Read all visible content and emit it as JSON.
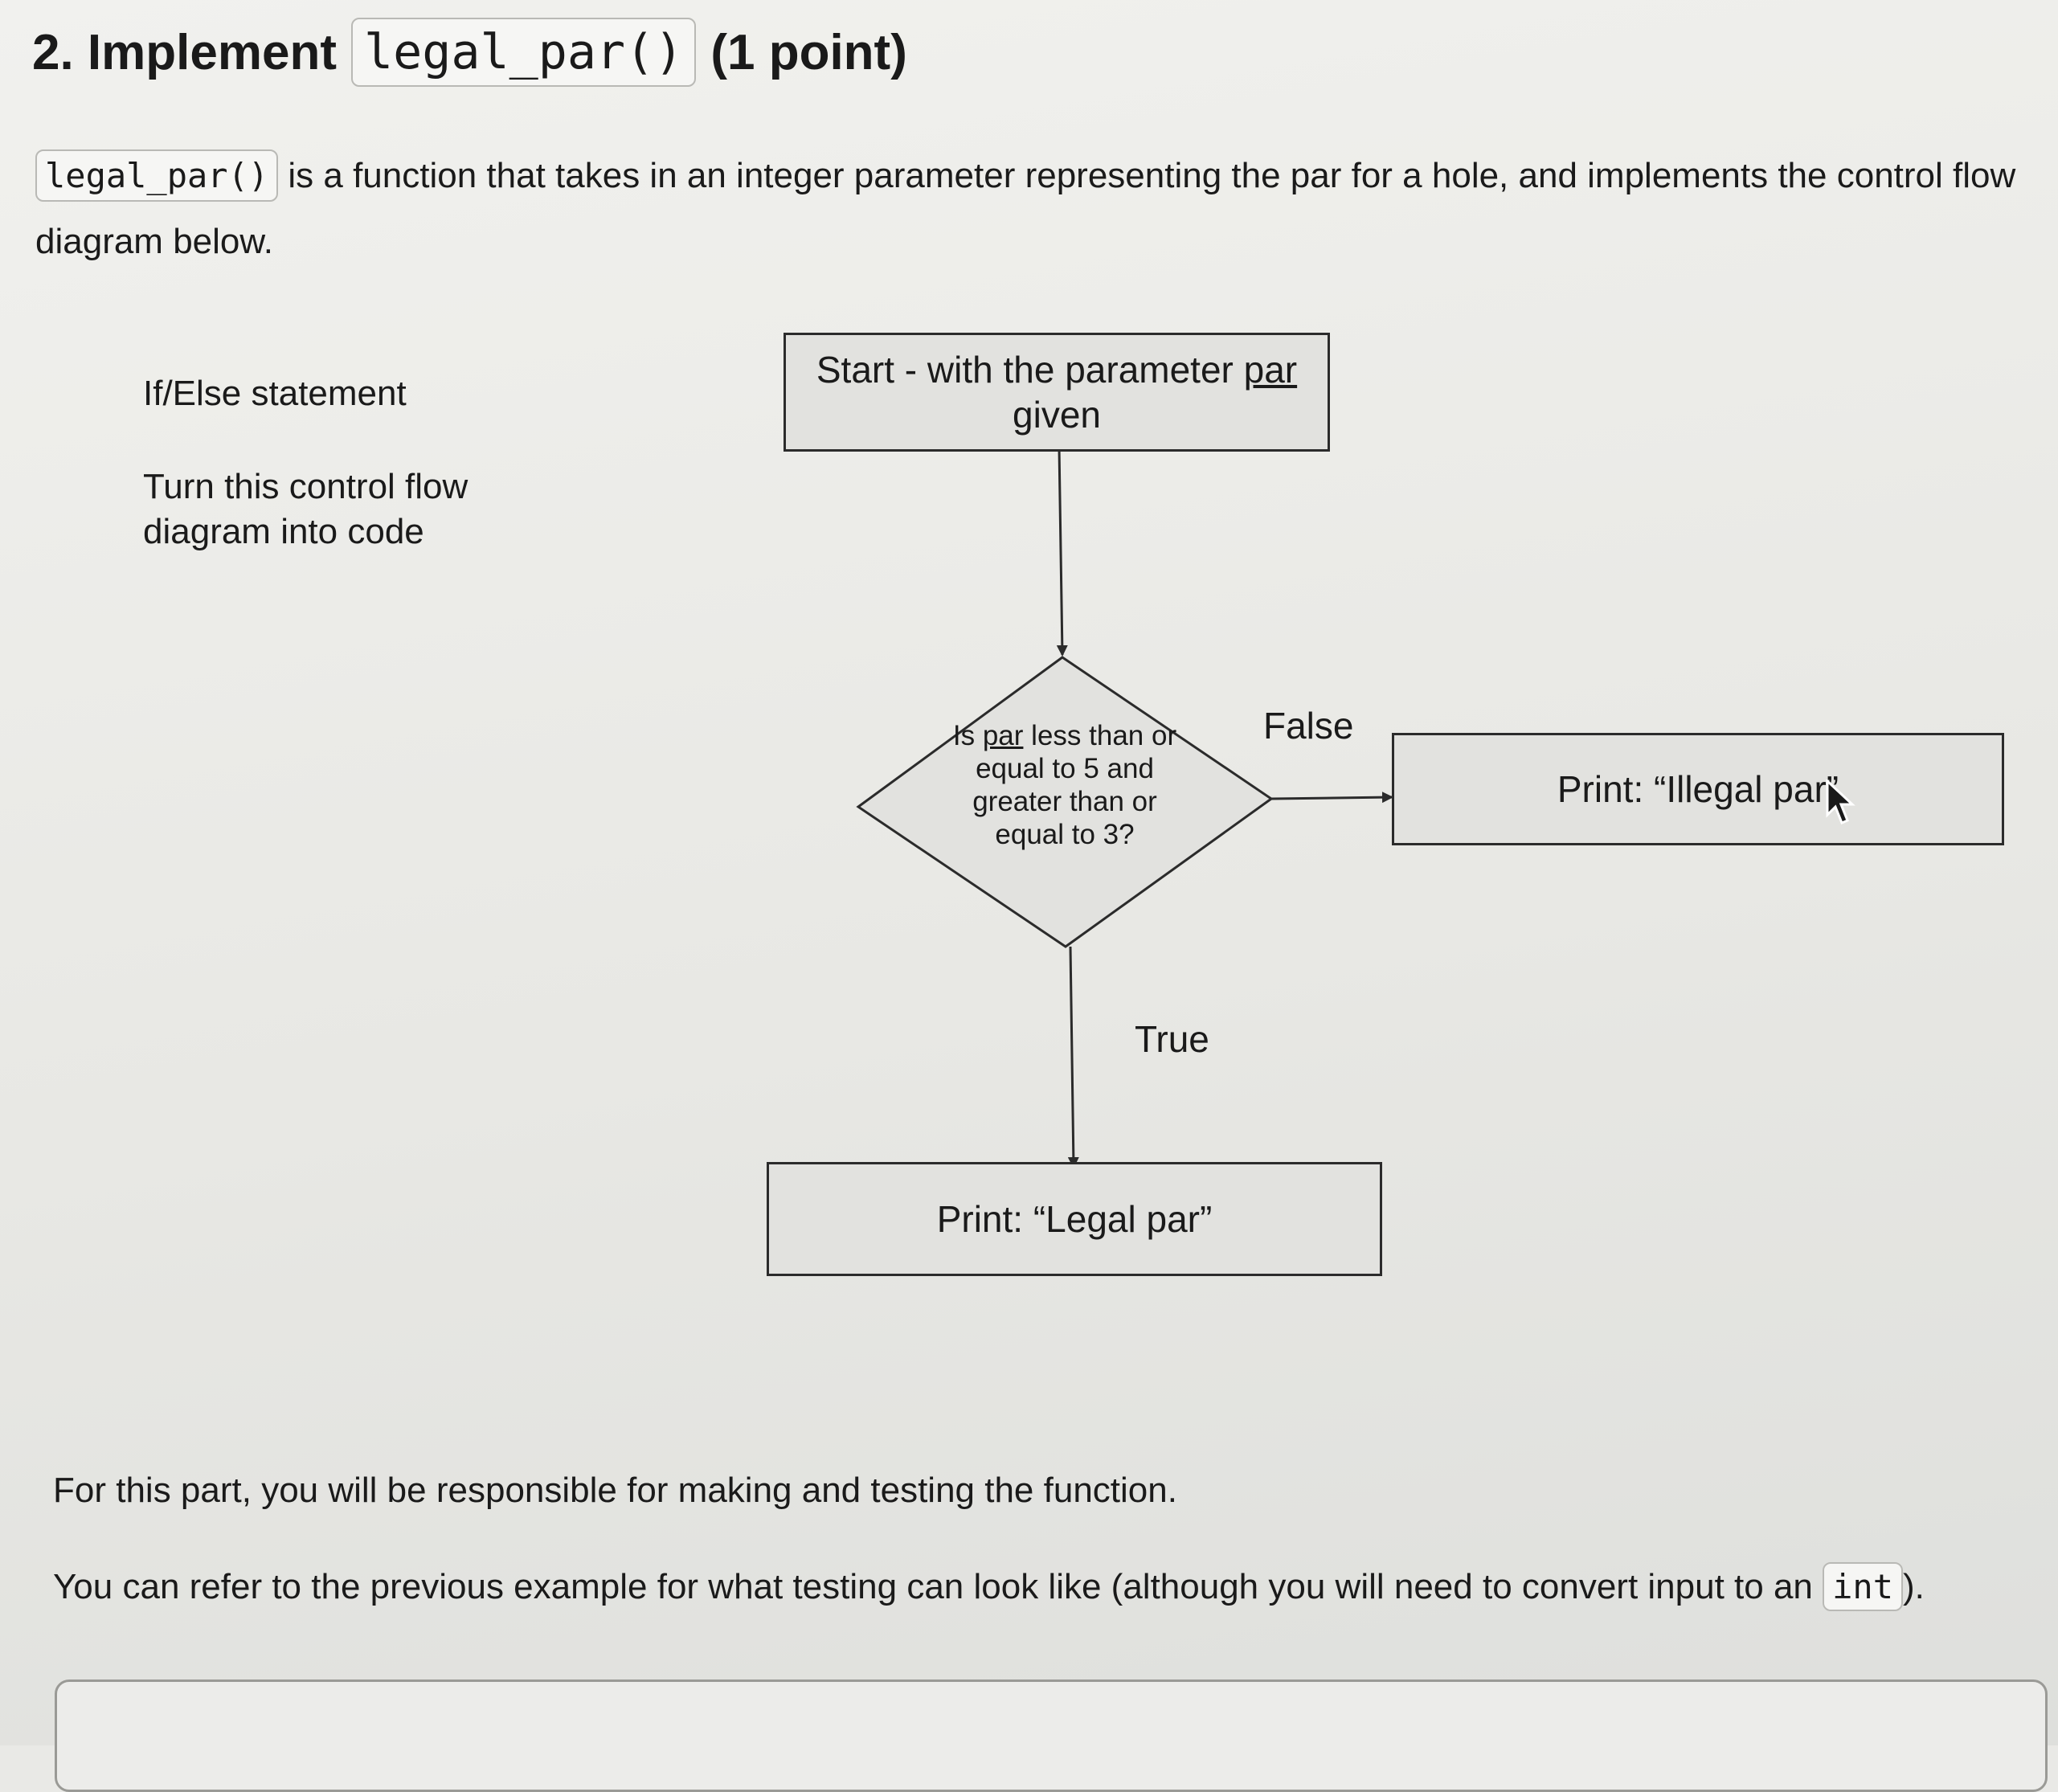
{
  "heading": {
    "prefix": "2. Implement",
    "function_name": "legal_par()",
    "points": "(1 point)"
  },
  "intro": {
    "function_name": "legal_par()",
    "text": " is a function that takes in an integer parameter representing the par for a hole, and implements the control flow diagram below."
  },
  "notes": {
    "statement_type": "If/Else statement",
    "instruction_line1": "Turn this control flow",
    "instruction_line2": "diagram into code"
  },
  "flowchart": {
    "start_text": "Start - with the parameter",
    "start_param": "par",
    "start_suffix": "given",
    "decision_prefix": "Is",
    "decision_param": "par",
    "decision_text": "less than or equal to 5 and greater than or equal to 3?",
    "false_label": "False",
    "true_label": "True",
    "false_output": "Print: “Illegal par”",
    "true_output": "Print: “Legal par”"
  },
  "bottom": {
    "line1": "For this part, you will be responsible for making and testing the function.",
    "line2_prefix": "You can refer to the previous example for what testing can look like (although you will need to convert input to an",
    "line2_code": "int",
    "line2_suffix": ")."
  },
  "answer_box": {
    "value": ""
  }
}
